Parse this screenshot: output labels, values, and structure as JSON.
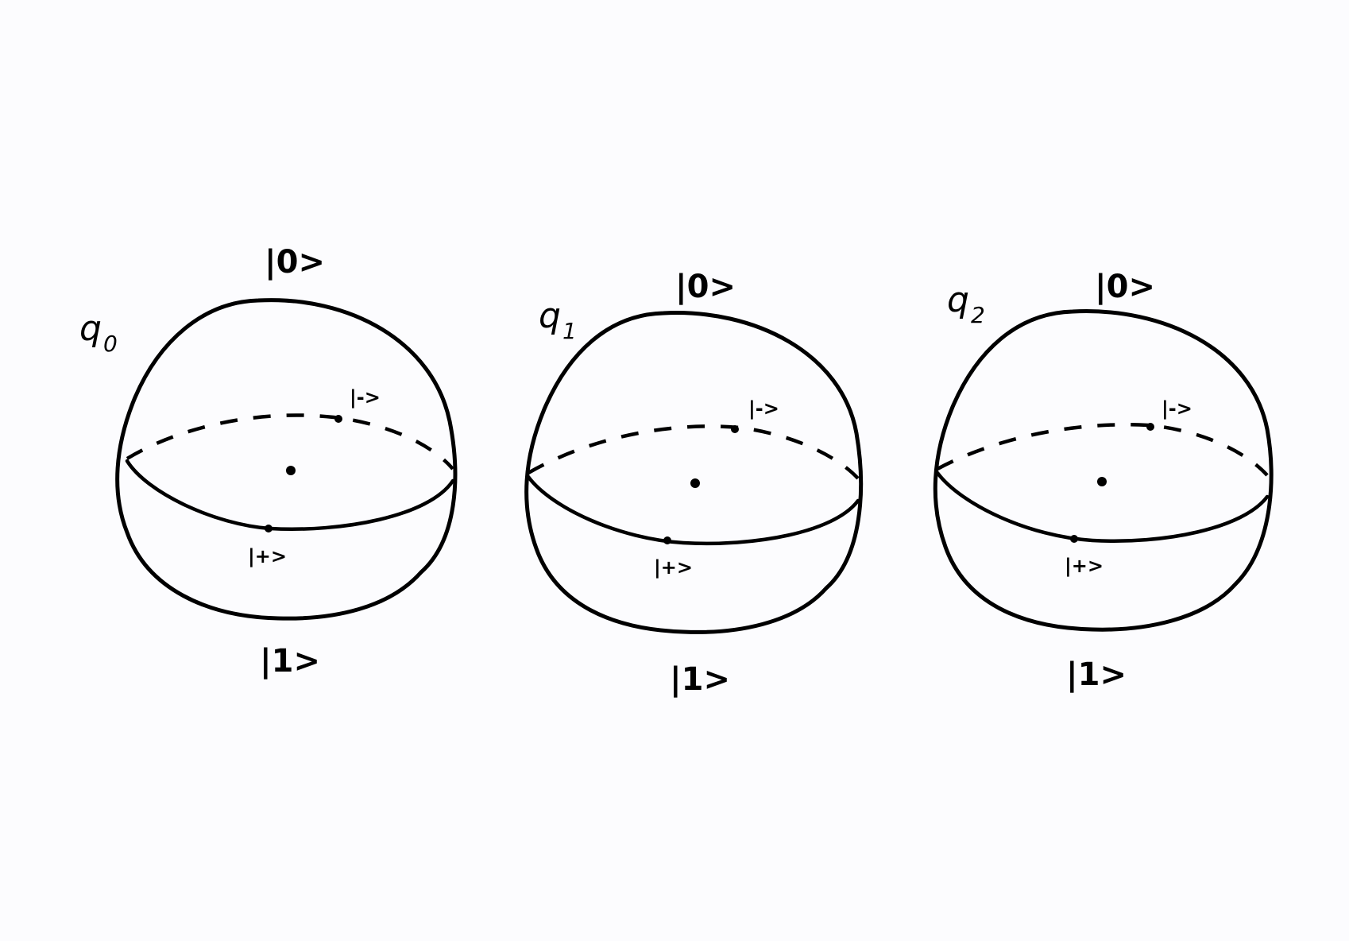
{
  "spheres": [
    {
      "qubit_label": "q",
      "qubit_sub": "0",
      "top_ket": "|0>",
      "bottom_ket": "|1>",
      "front_ket": "|+>",
      "back_ket": "|->"
    },
    {
      "qubit_label": "q",
      "qubit_sub": "1",
      "top_ket": "|0>",
      "bottom_ket": "|1>",
      "front_ket": "|+>",
      "back_ket": "|->"
    },
    {
      "qubit_label": "q",
      "qubit_sub": "2",
      "top_ket": "|0>",
      "bottom_ket": "|1>",
      "front_ket": "|+>",
      "back_ket": "|->"
    }
  ]
}
